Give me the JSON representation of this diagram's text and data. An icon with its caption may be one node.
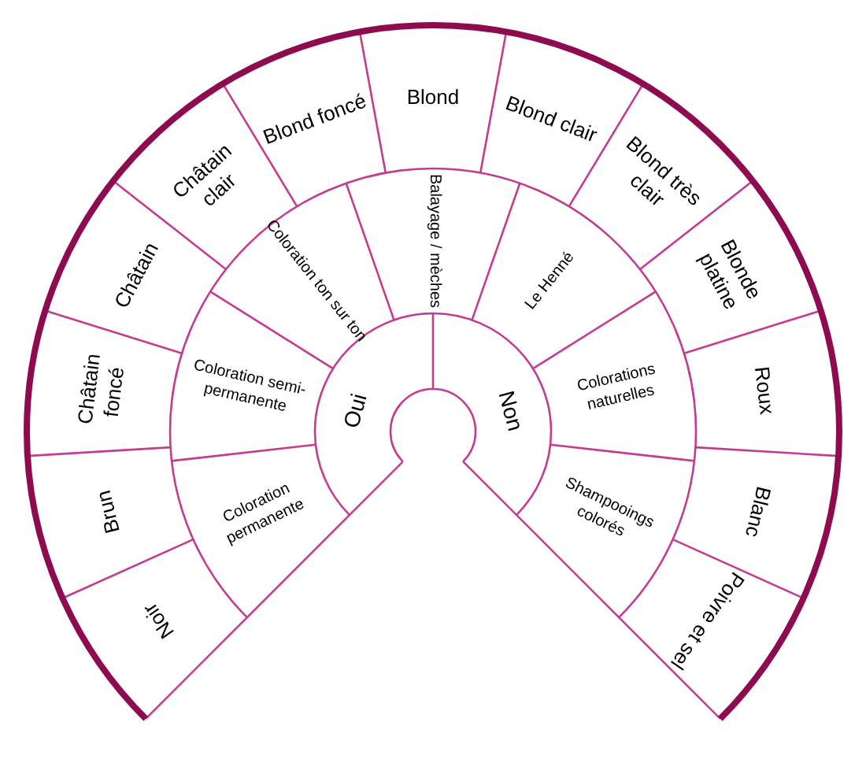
{
  "diagram": {
    "nodes": [
      {
        "text": [
          "Oui"
        ]
      },
      {
        "text": [
          "Non"
        ]
      },
      {
        "text": [
          "Coloration permanente"
        ]
      },
      {
        "text": [
          "Coloration semi-permanente"
        ]
      },
      {
        "text": [
          "Coloration ton sur ton"
        ]
      },
      {
        "text": [
          "Balayage / mèches"
        ]
      },
      {
        "text": [
          "Le Henné"
        ]
      },
      {
        "text": [
          "Colorations naturelles"
        ]
      },
      {
        "text": [
          "Shampooings colorés"
        ]
      },
      {
        "text": [
          "Noir"
        ]
      },
      {
        "text": [
          "Brun"
        ]
      },
      {
        "text": [
          "Châtain foncé"
        ]
      },
      {
        "text": [
          "Châtain"
        ]
      },
      {
        "text": [
          "Châtain clair"
        ]
      },
      {
        "text": [
          "Blond foncé"
        ]
      },
      {
        "text": [
          "Blond"
        ]
      },
      {
        "text": [
          "Blond clair"
        ]
      },
      {
        "text": [
          "Blond très clair"
        ]
      },
      {
        "text": [
          "Blonde platine"
        ]
      },
      {
        "text": [
          "Roux"
        ]
      },
      {
        "text": [
          "Blanc"
        ]
      },
      {
        "text": [
          "Poivre et sel"
        ]
      }
    ]
  }
}
